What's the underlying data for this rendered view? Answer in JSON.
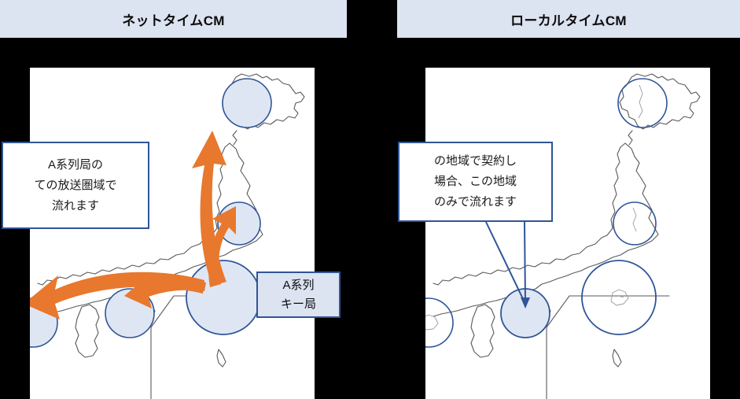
{
  "background_color": "#000000",
  "panel_color": "#ffffff",
  "header": {
    "band_color": "#dce3f1",
    "left": {
      "title": "ネットタイムCM"
    },
    "right": {
      "title": "ローカルタイムCM"
    }
  },
  "colors": {
    "accent_blue": "#2f5597",
    "circle_fill": "#dfe6f3",
    "circle_stroke": "#2f5597",
    "arrow_orange": "#e8782d",
    "map_outline": "#595959",
    "label_fill": "#dce3f1"
  },
  "left_panel": {
    "note_box": {
      "lines": [
        "A系列局の",
        "ての放送圏域で",
        "流れます"
      ]
    },
    "key_station_label": {
      "lines": [
        "A系列",
        "キー局"
      ]
    },
    "circles": [
      {
        "name": "hokkaido-circle",
        "highlighted": true
      },
      {
        "name": "sendai-circle",
        "highlighted": true
      },
      {
        "name": "tokyo-key-circle",
        "highlighted": true
      },
      {
        "name": "osaka-circle",
        "highlighted": true
      },
      {
        "name": "fukuoka-circle",
        "highlighted": true
      }
    ],
    "arrows": [
      {
        "name": "arrow-to-hokkaido"
      },
      {
        "name": "arrow-to-sendai"
      },
      {
        "name": "arrow-to-osaka"
      },
      {
        "name": "arrow-to-fukuoka"
      }
    ]
  },
  "right_panel": {
    "note_box": {
      "lines": [
        "の地域で契約し",
        "場合、この地域",
        "のみで流れます"
      ]
    },
    "circles": [
      {
        "name": "hokkaido-circle",
        "highlighted": false
      },
      {
        "name": "sendai-circle",
        "highlighted": false
      },
      {
        "name": "tokyo-circle",
        "highlighted": false
      },
      {
        "name": "osaka-circle",
        "highlighted": true
      },
      {
        "name": "fukuoka-circle",
        "highlighted": false
      }
    ],
    "pointer": {
      "name": "callout-pointer-to-osaka"
    }
  }
}
